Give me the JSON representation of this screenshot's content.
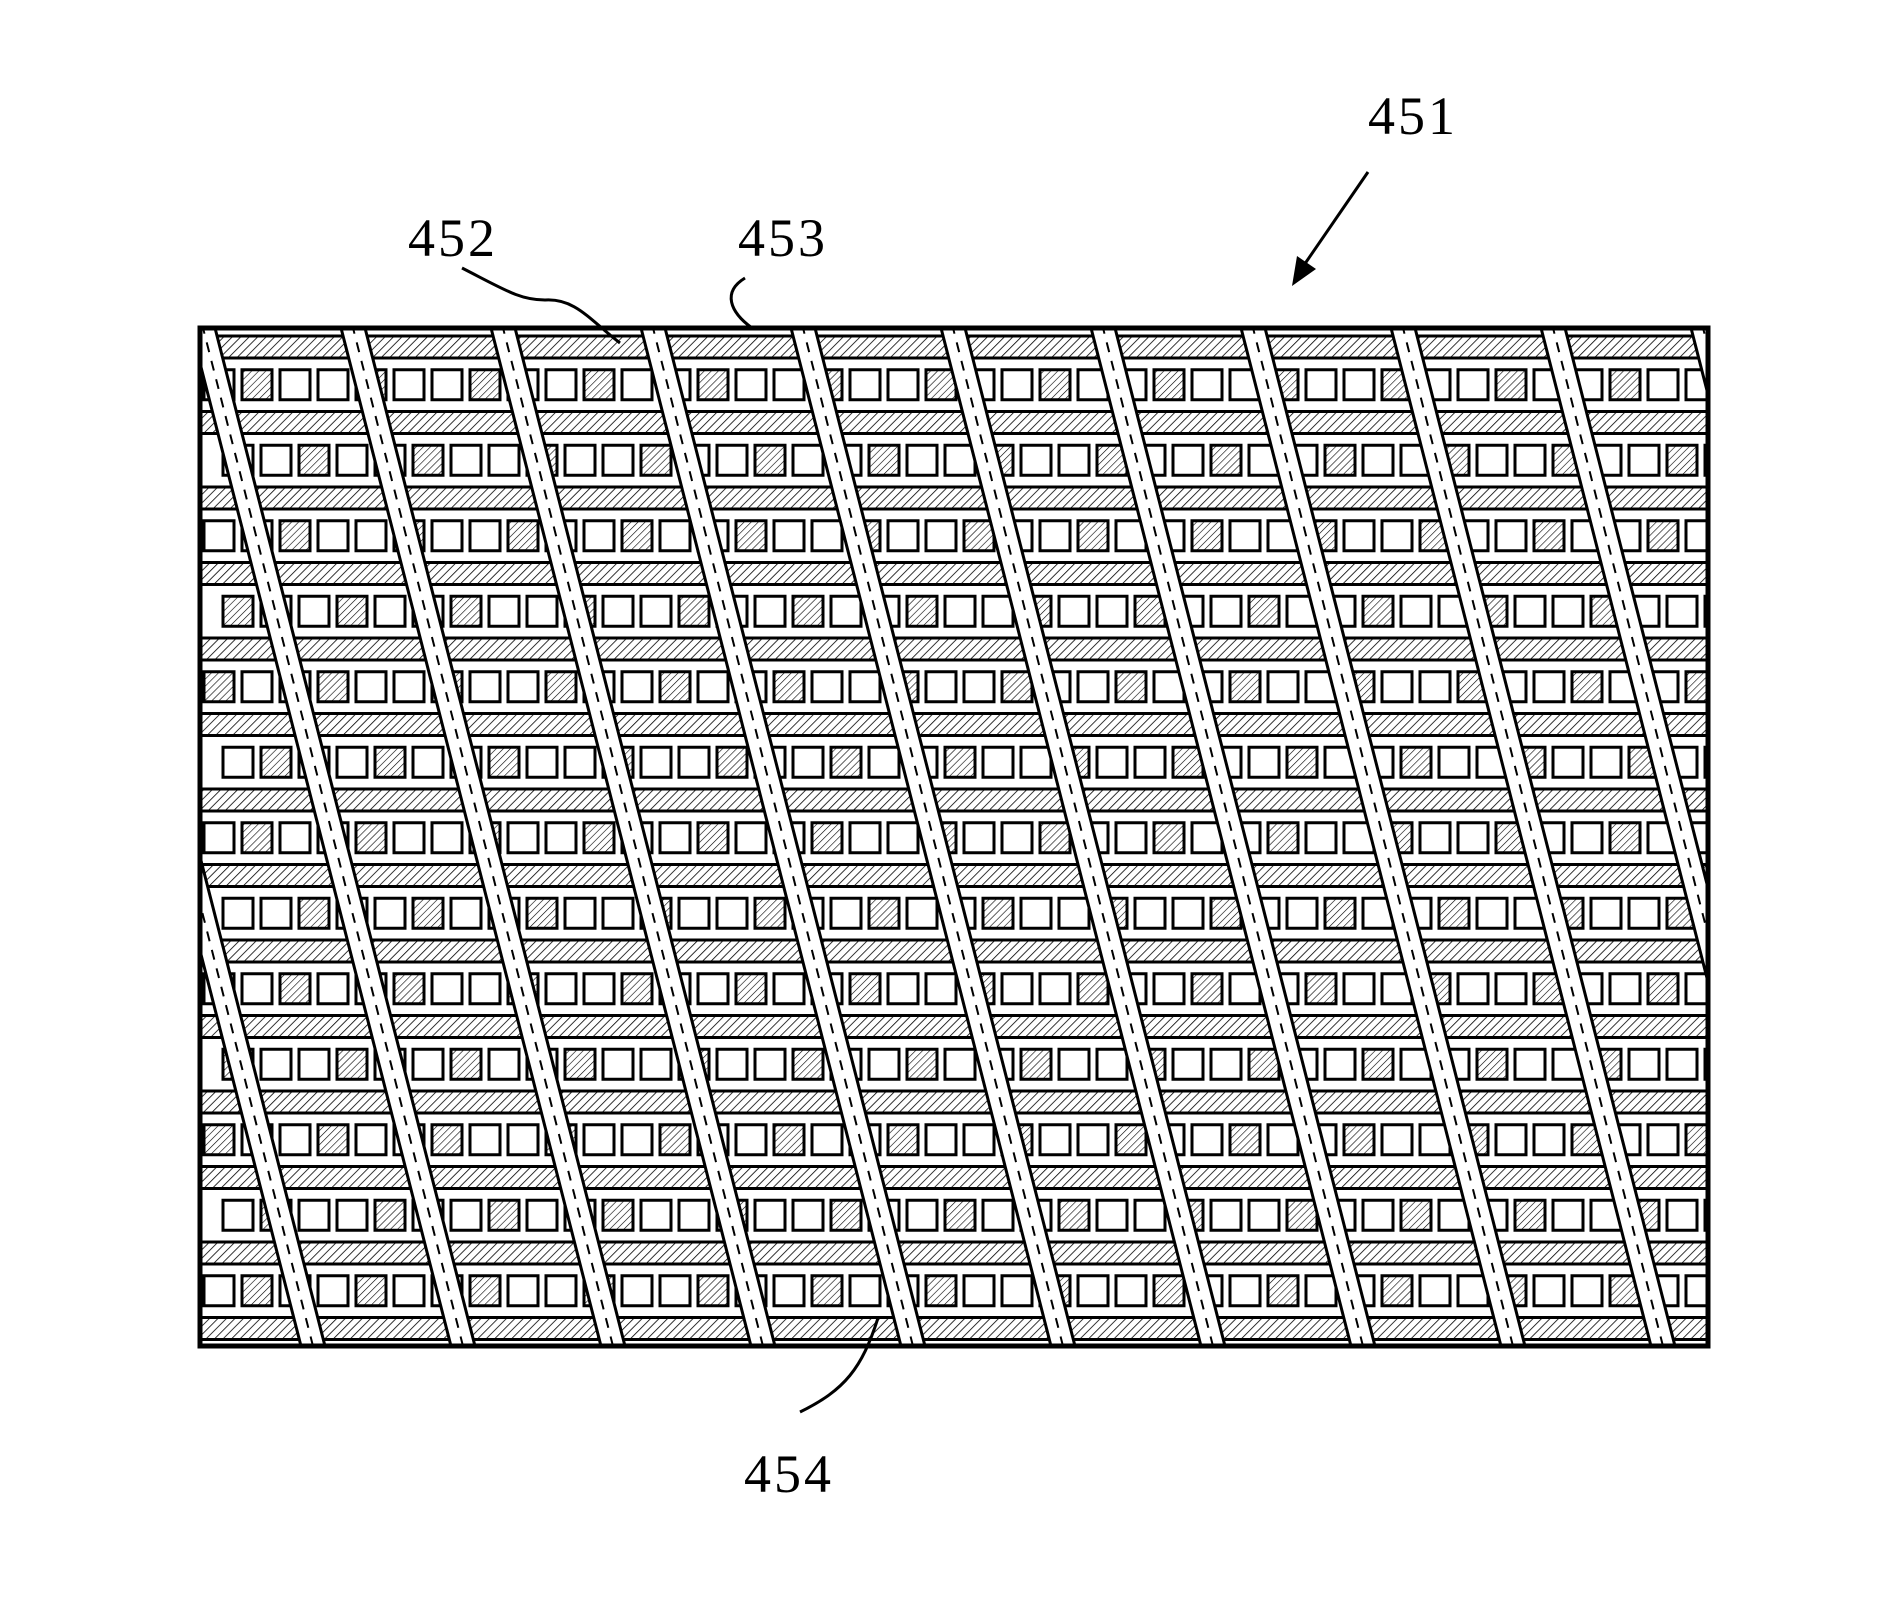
{
  "labels": {
    "ref_451": "451",
    "ref_452": "452",
    "ref_453": "453",
    "ref_454": "454"
  },
  "style": {
    "line_color": "#000000",
    "background": "#ffffff"
  }
}
